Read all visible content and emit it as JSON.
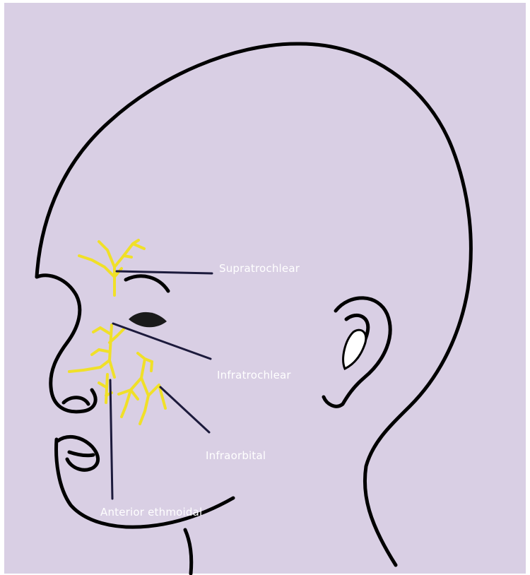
{
  "diagram": {
    "background_color": "#d9cfe4",
    "outline_color": "#000000",
    "nerve_color": "#f0e028",
    "pointer_color": "#1c1a3c",
    "label_color": "#ffffff"
  },
  "labels": {
    "supratrochlear": "Supratrochlear",
    "infratrochlear": "Infratrochlear",
    "infraorbital": "Infraorbital",
    "anterior_ethmoidal": "Anterior ethmoidal"
  }
}
